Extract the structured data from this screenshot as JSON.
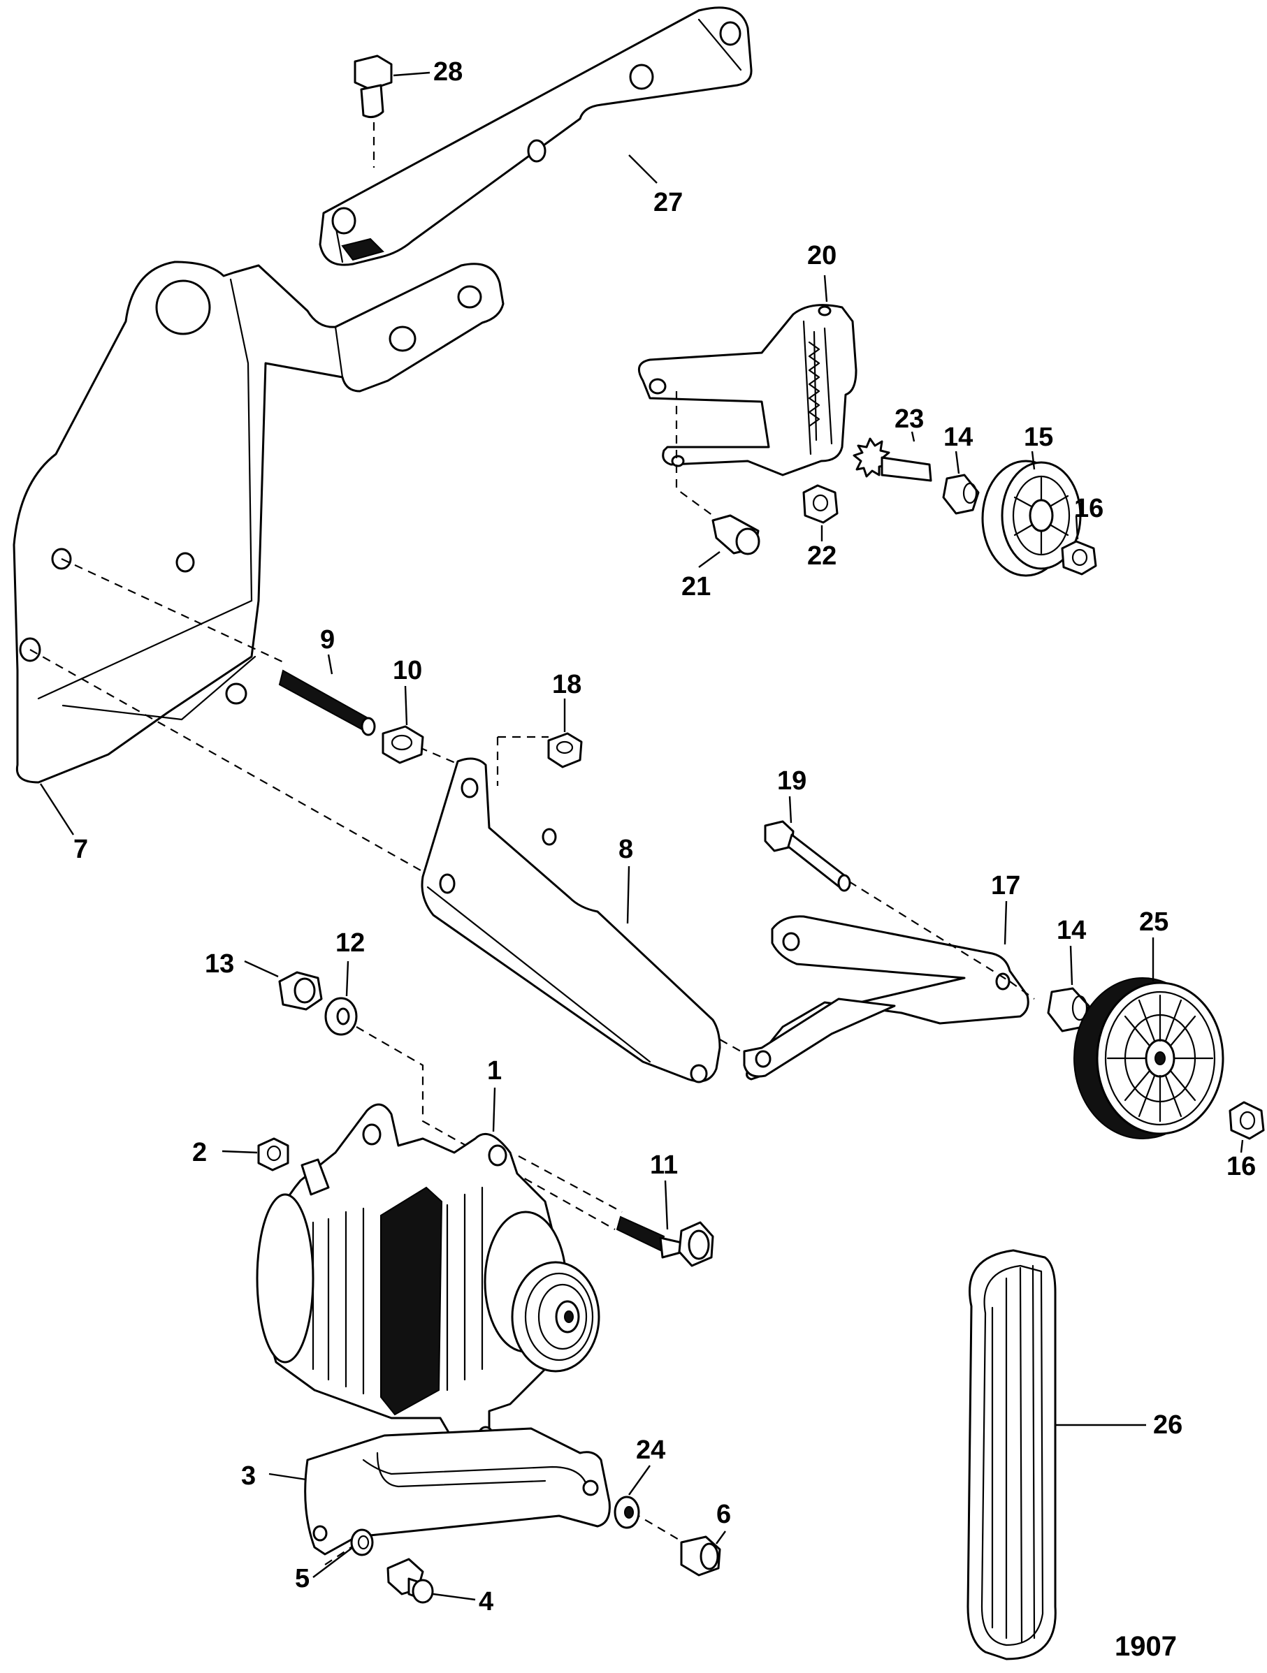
{
  "figure_number": "1907",
  "callouts": [
    {
      "id": "c28",
      "label": "28"
    },
    {
      "id": "c27",
      "label": "27"
    },
    {
      "id": "c20",
      "label": "20"
    },
    {
      "id": "c23",
      "label": "23"
    },
    {
      "id": "c14a",
      "label": "14"
    },
    {
      "id": "c15",
      "label": "15"
    },
    {
      "id": "c16a",
      "label": "16"
    },
    {
      "id": "c21",
      "label": "21"
    },
    {
      "id": "c22",
      "label": "22"
    },
    {
      "id": "c9",
      "label": "9"
    },
    {
      "id": "c10",
      "label": "10"
    },
    {
      "id": "c18",
      "label": "18"
    },
    {
      "id": "c7",
      "label": "7"
    },
    {
      "id": "c19",
      "label": "19"
    },
    {
      "id": "c8",
      "label": "8"
    },
    {
      "id": "c17",
      "label": "17"
    },
    {
      "id": "c14b",
      "label": "14"
    },
    {
      "id": "c25",
      "label": "25"
    },
    {
      "id": "c13",
      "label": "13"
    },
    {
      "id": "c12",
      "label": "12"
    },
    {
      "id": "c1",
      "label": "1"
    },
    {
      "id": "c2",
      "label": "2"
    },
    {
      "id": "c11",
      "label": "11"
    },
    {
      "id": "c16b",
      "label": "16"
    },
    {
      "id": "c26",
      "label": "26"
    },
    {
      "id": "c24",
      "label": "24"
    },
    {
      "id": "c3",
      "label": "3"
    },
    {
      "id": "c6",
      "label": "6"
    },
    {
      "id": "c5",
      "label": "5"
    },
    {
      "id": "c4",
      "label": "4"
    }
  ]
}
